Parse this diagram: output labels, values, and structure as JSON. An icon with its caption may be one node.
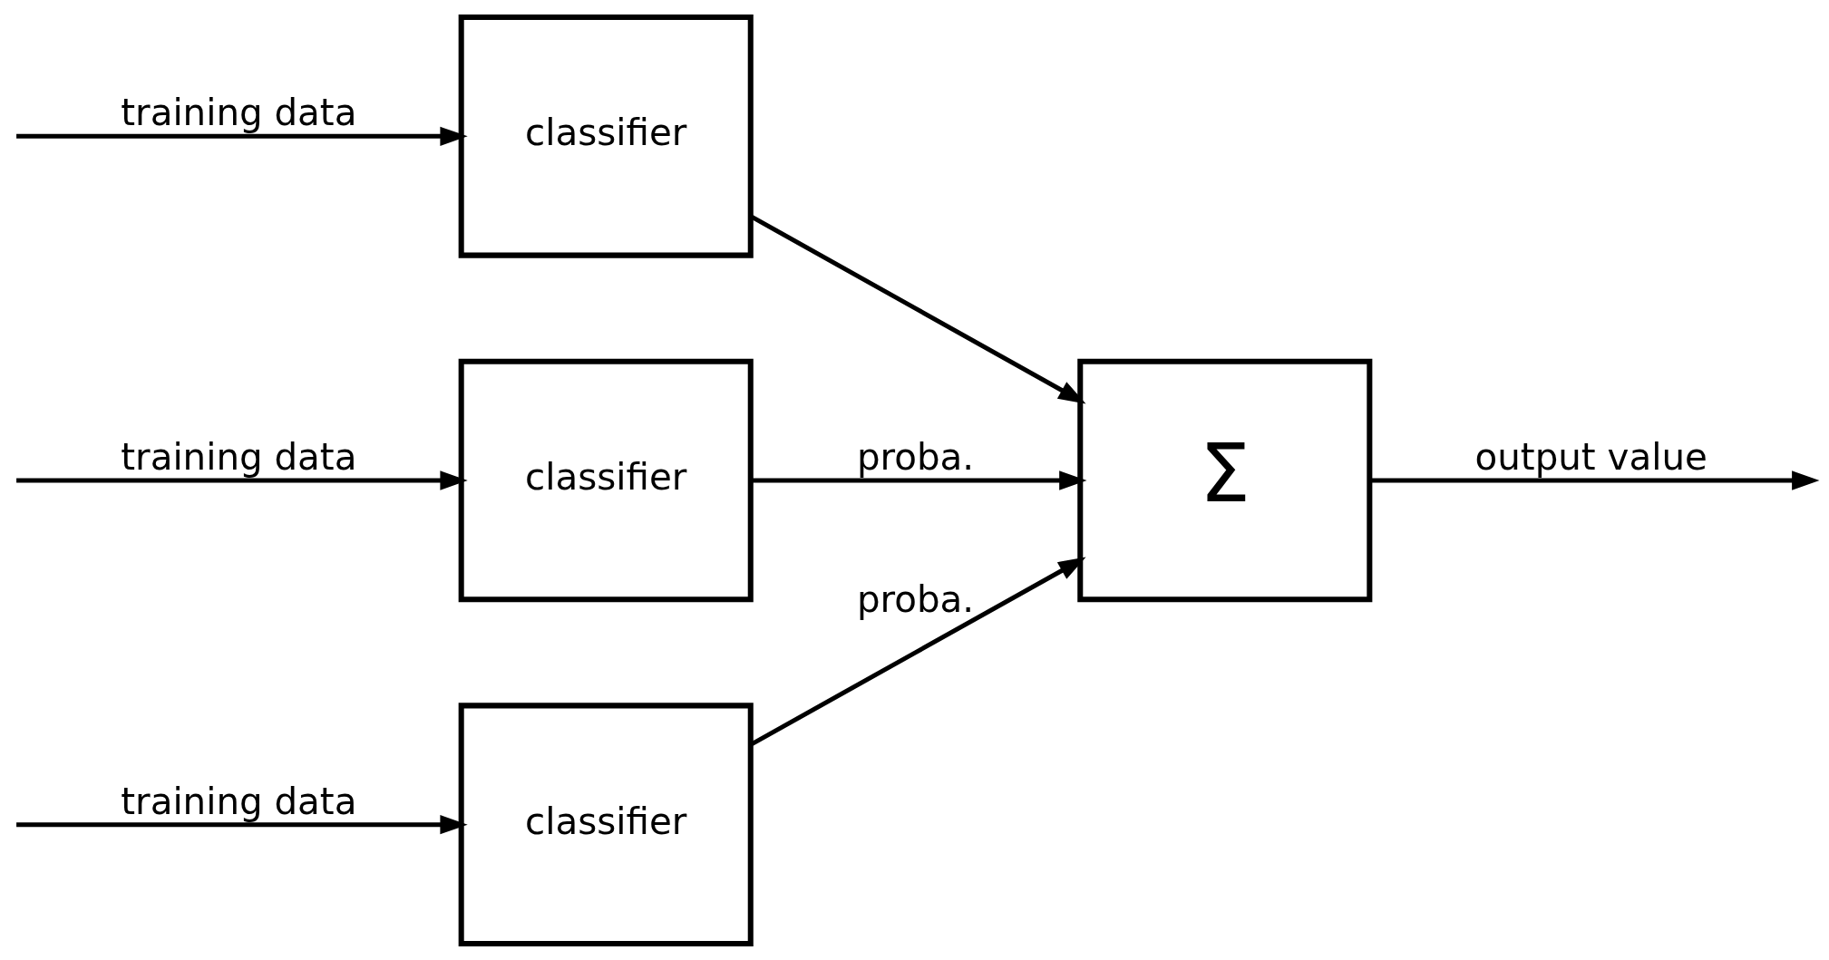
{
  "diagram": {
    "nodes": [
      {
        "text": [
          "classifier"
        ]
      },
      {
        "text": [
          "classifier"
        ]
      },
      {
        "text": [
          "classifier"
        ]
      },
      {
        "text": [
          "Σ"
        ]
      }
    ],
    "edges": [
      {
        "from": null,
        "to": 0,
        "arrow": "to",
        "label": "training data"
      },
      {
        "from": null,
        "to": 1,
        "arrow": "to",
        "label": "training data"
      },
      {
        "from": null,
        "to": 2,
        "arrow": "to",
        "label": "training data"
      },
      {
        "from": 0,
        "to": 3,
        "arrow": "to",
        "label": "proba."
      },
      {
        "from": 1,
        "to": 3,
        "arrow": "to"
      },
      {
        "from": 2,
        "to": 3,
        "arrow": "to",
        "label": "proba."
      },
      {
        "from": 3,
        "to": null,
        "arrow": "to",
        "label": "output value"
      }
    ]
  }
}
